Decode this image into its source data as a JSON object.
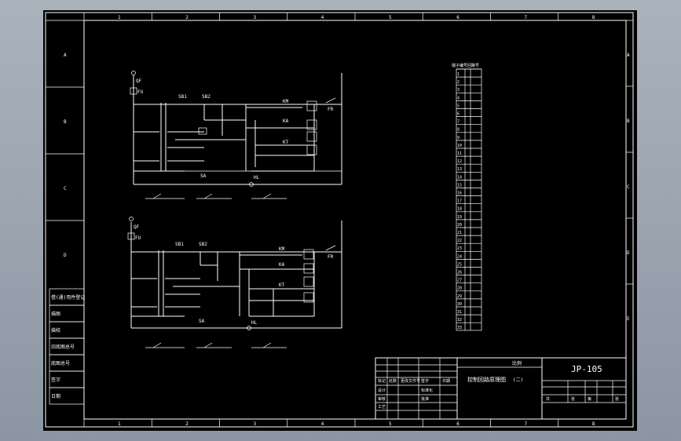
{
  "drawing": {
    "drawing_number": "JP-105",
    "title": "控制回路原理图",
    "title_note": "(二)",
    "scale_label": "比例",
    "ruler_top": [
      "1",
      "2",
      "3",
      "4",
      "5",
      "6",
      "7",
      "8"
    ],
    "ruler_bottom": [
      "1",
      "2",
      "3",
      "4",
      "5",
      "6",
      "7",
      "8"
    ],
    "ruler_left": [
      "A",
      "B",
      "C",
      "D"
    ],
    "ruler_right": [
      "A",
      "B",
      "C",
      "D",
      "E"
    ],
    "side_labels": [
      "借(通)用件登记",
      "描图",
      "描校",
      "旧底图总号",
      "底图总号",
      "签字",
      "日期"
    ],
    "title_block_labels": [
      "标记",
      "处数",
      "更改文件号",
      "签字",
      "日期",
      "设计",
      "审核",
      "工艺",
      "标准化",
      "批准"
    ],
    "sheet_labels": [
      "共",
      "张",
      "第",
      "张"
    ]
  },
  "terminal_table": {
    "headers": [
      "端子编号",
      "回路号"
    ],
    "rows": [
      "1",
      "2",
      "3",
      "4",
      "5",
      "6",
      "7",
      "8",
      "9",
      "10",
      "11",
      "12",
      "13",
      "14",
      "15",
      "16",
      "17",
      "18",
      "19",
      "20",
      "21",
      "22",
      "23",
      "24",
      "25",
      "26",
      "27",
      "28",
      "29",
      "30",
      "31",
      "32",
      "33"
    ]
  },
  "circuit_labels": {
    "breaker": "QF",
    "fuse": "FU",
    "contactor": "KM",
    "relay": "KA",
    "timer": "KT",
    "thermal": "FR",
    "button_stop": "SB1",
    "button_start": "SB2",
    "lamp": "HL",
    "switch": "SA"
  }
}
